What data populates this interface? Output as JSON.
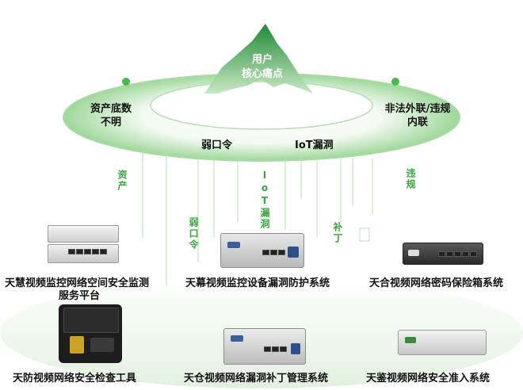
{
  "mountain": {
    "title_line1": "用户",
    "title_line2": "核心痛点"
  },
  "ring_labels": {
    "left": [
      "资产底数",
      "不明"
    ],
    "right": [
      "非法外联/违规",
      "内联"
    ],
    "weak_password": "弱口令",
    "iot_vuln": "IoT漏洞"
  },
  "stream_labels": {
    "asset": "资产",
    "weak": "弱口令",
    "iot": "IoT漏洞",
    "patch": "补丁",
    "violation": "违规"
  },
  "products": [
    {
      "name_line1": "天慧视频监控网络空间安全监测",
      "name_line2": "服务平台"
    },
    {
      "name_line1": "天幕视频监控设备漏洞防护系统"
    },
    {
      "name_line1": "天合视频网络密码保险箱系统"
    },
    {
      "name_line1": "天防视频网络安全检查工具"
    },
    {
      "name_line1": "天仓视频网络漏洞补丁管理系统"
    },
    {
      "name_line1": "天鉴视频网络安全准入系统"
    }
  ],
  "colors": {
    "accent_green": "#37a63d",
    "light_green": "#cfe9cb"
  }
}
